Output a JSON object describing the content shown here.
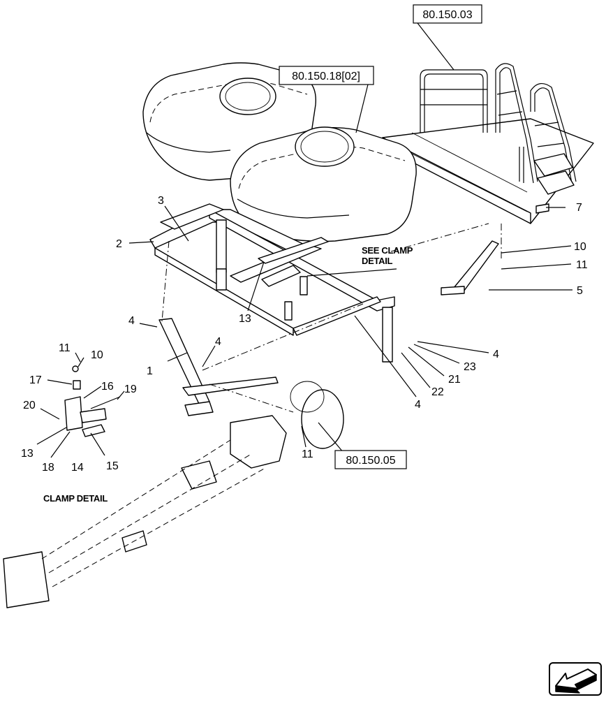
{
  "references": [
    {
      "id": "ref-80-150-03",
      "text": "80.150.03"
    },
    {
      "id": "ref-80-150-18",
      "text": "80.150.18[02]"
    },
    {
      "id": "ref-80-150-05",
      "text": "80.150.05"
    }
  ],
  "captions": {
    "see_clamp_line1": "SEE CLAMP",
    "see_clamp_line2": "DETAIL",
    "clamp_detail": "CLAMP DETAIL"
  },
  "callouts": [
    "1",
    "2",
    "3",
    "4",
    "4",
    "4",
    "4",
    "5",
    "7",
    "10",
    "11",
    "13",
    "13",
    "21",
    "22",
    "23",
    "11",
    "10",
    "17",
    "16",
    "19",
    "20",
    "13",
    "18",
    "14",
    "15",
    "11"
  ],
  "nav_icon": "arrow-left-icon"
}
